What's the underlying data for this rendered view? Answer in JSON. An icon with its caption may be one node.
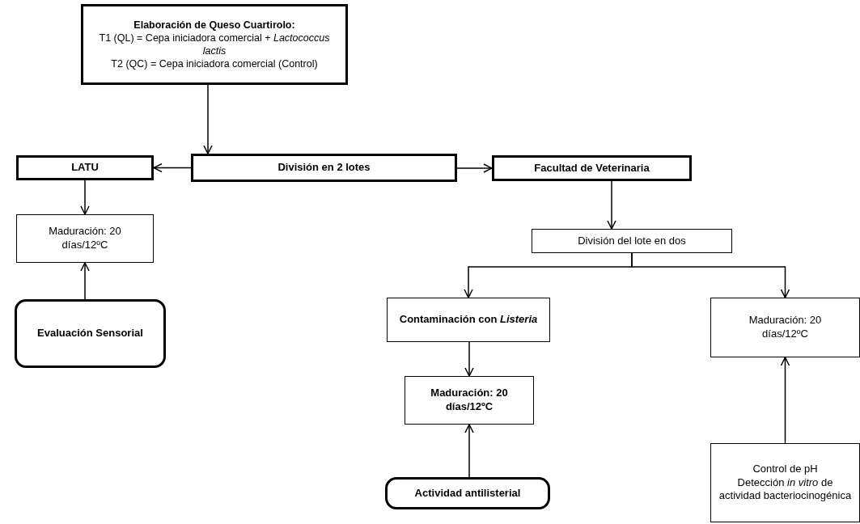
{
  "diagram": {
    "nodes": [
      {
        "text": [
          "Elaboración de Queso Cuartirolo:",
          "T1 (QL) = Cepa iniciadora comercial + *Lactococcus lactis*",
          "T2 (QC) = Cepa iniciadora comercial (Control)"
        ]
      },
      {
        "text": [
          "LATU"
        ]
      },
      {
        "text": [
          "División en 2 lotes"
        ]
      },
      {
        "text": [
          "Facultad de Veterinaria"
        ]
      },
      {
        "text": [
          "Maduración: 20 días/12ºC"
        ]
      },
      {
        "text": [
          "Evaluación Sensorial"
        ]
      },
      {
        "text": [
          "División del lote en dos"
        ]
      },
      {
        "text": [
          "Contaminación con *Listeria*"
        ]
      },
      {
        "text": [
          "Maduración: 20 días/12ºC"
        ]
      },
      {
        "text": [
          "Maduración: 20 días/12ºC"
        ]
      },
      {
        "text": [
          "Control de pH",
          "Detección *in vitro* de actividad bacteriocinogénica"
        ]
      },
      {
        "text": [
          "Actividad antilisterial"
        ]
      }
    ],
    "edges": [
      {
        "from": 0,
        "to": 2,
        "arrow": "to"
      },
      {
        "from": 2,
        "to": 1,
        "arrow": "to"
      },
      {
        "from": 2,
        "to": 3,
        "arrow": "to"
      },
      {
        "from": 1,
        "to": 4,
        "arrow": "to"
      },
      {
        "from": 5,
        "to": 4,
        "arrow": "to"
      },
      {
        "from": 3,
        "to": 6,
        "arrow": "to"
      },
      {
        "from": 6,
        "to": 7,
        "arrow": "to"
      },
      {
        "from": 6,
        "to": 8,
        "arrow": "to"
      },
      {
        "from": 7,
        "to": 9,
        "arrow": "to"
      },
      {
        "from": 11,
        "to": 9,
        "arrow": "to"
      },
      {
        "from": 10,
        "to": 8,
        "arrow": "to"
      }
    ]
  }
}
